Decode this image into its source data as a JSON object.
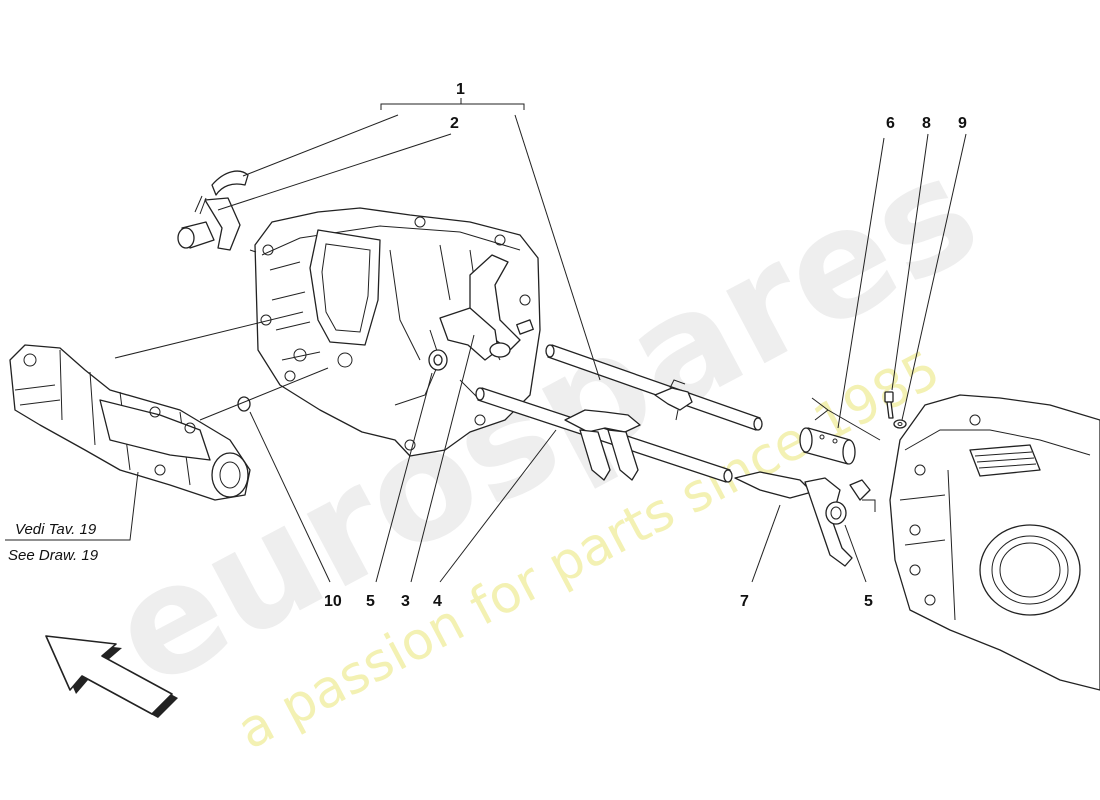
{
  "watermark": {
    "brand": "eurospares",
    "tagline": "a passion for parts since 1985"
  },
  "callouts": {
    "group": "1",
    "c2": "2",
    "c3": "3",
    "c4": "4",
    "c5a": "5",
    "c5b": "5",
    "c6": "6",
    "c7": "7",
    "c8": "8",
    "c9": "9",
    "c10": "10"
  },
  "reference": {
    "line1": "Vedi Tav. 19",
    "line2": "See Draw. 19"
  },
  "direction_arrow": "front-direction-arrow"
}
